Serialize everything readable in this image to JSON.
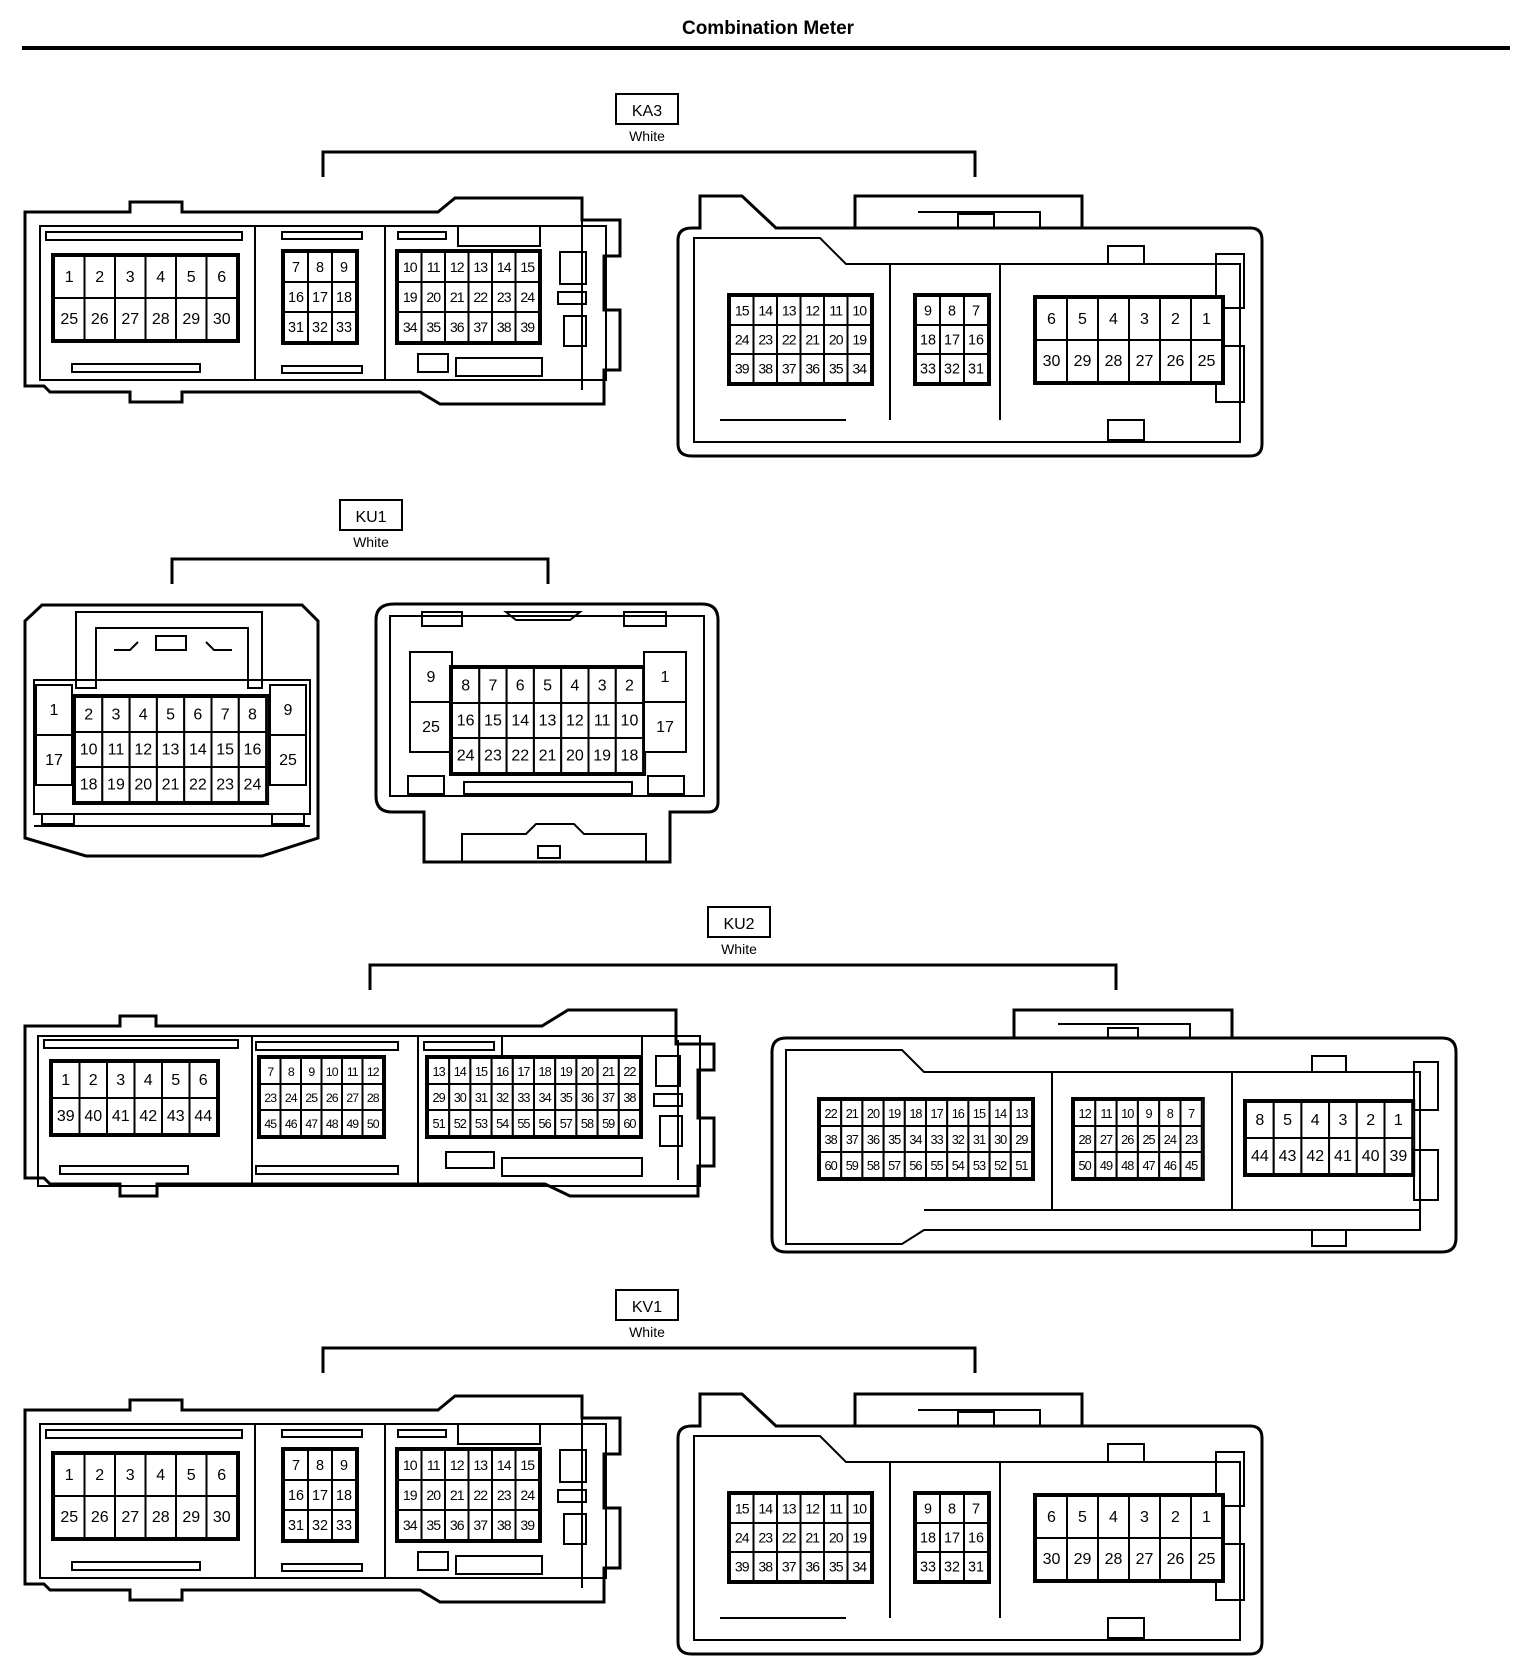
{
  "title": "Combination Meter",
  "connectors": [
    {
      "id": "KA3",
      "color": "White",
      "pin_groups": {
        "left_a": [
          [
            "1",
            "2",
            "3",
            "4",
            "5",
            "6"
          ],
          [
            "25",
            "26",
            "27",
            "28",
            "29",
            "30"
          ]
        ],
        "left_b": [
          [
            "7",
            "8",
            "9"
          ],
          [
            "16",
            "17",
            "18"
          ],
          [
            "31",
            "32",
            "33"
          ]
        ],
        "left_c": [
          [
            "10",
            "11",
            "12",
            "13",
            "14",
            "15"
          ],
          [
            "19",
            "20",
            "21",
            "22",
            "23",
            "24"
          ],
          [
            "34",
            "35",
            "36",
            "37",
            "38",
            "39"
          ]
        ],
        "right_a": [
          [
            "15",
            "14",
            "13",
            "12",
            "11",
            "10"
          ],
          [
            "24",
            "23",
            "22",
            "21",
            "20",
            "19"
          ],
          [
            "39",
            "38",
            "37",
            "36",
            "35",
            "34"
          ]
        ],
        "right_b": [
          [
            "9",
            "8",
            "7"
          ],
          [
            "18",
            "17",
            "16"
          ],
          [
            "33",
            "32",
            "31"
          ]
        ],
        "right_c": [
          [
            "6",
            "5",
            "4",
            "3",
            "2",
            "1"
          ],
          [
            "30",
            "29",
            "28",
            "27",
            "26",
            "25"
          ]
        ]
      }
    },
    {
      "id": "KU1",
      "color": "White",
      "pin_groups": {
        "left_side_l": [
          "1",
          "17"
        ],
        "left_main": [
          [
            "2",
            "3",
            "4",
            "5",
            "6",
            "7",
            "8"
          ],
          [
            "10",
            "11",
            "12",
            "13",
            "14",
            "15",
            "16"
          ],
          [
            "18",
            "19",
            "20",
            "21",
            "22",
            "23",
            "24"
          ]
        ],
        "left_side_r": [
          "9",
          "25"
        ],
        "right_side_l": [
          "9",
          "25"
        ],
        "right_main": [
          [
            "8",
            "7",
            "6",
            "5",
            "4",
            "3",
            "2"
          ],
          [
            "16",
            "15",
            "14",
            "13",
            "12",
            "11",
            "10"
          ],
          [
            "24",
            "23",
            "22",
            "21",
            "20",
            "19",
            "18"
          ]
        ],
        "right_side_r": [
          "1",
          "17"
        ]
      }
    },
    {
      "id": "KU2",
      "color": "White",
      "pin_groups": {
        "left_a": [
          [
            "1",
            "2",
            "3",
            "4",
            "5",
            "6"
          ],
          [
            "39",
            "40",
            "41",
            "42",
            "43",
            "44"
          ]
        ],
        "left_b": [
          [
            "7",
            "8",
            "9",
            "10",
            "11",
            "12"
          ],
          [
            "23",
            "24",
            "25",
            "26",
            "27",
            "28"
          ],
          [
            "45",
            "46",
            "47",
            "48",
            "49",
            "50"
          ]
        ],
        "left_c": [
          [
            "13",
            "14",
            "15",
            "16",
            "17",
            "18",
            "19",
            "20",
            "21",
            "22"
          ],
          [
            "29",
            "30",
            "31",
            "32",
            "33",
            "34",
            "35",
            "36",
            "37",
            "38"
          ],
          [
            "51",
            "52",
            "53",
            "54",
            "55",
            "56",
            "57",
            "58",
            "59",
            "60"
          ]
        ],
        "right_a": [
          [
            "22",
            "21",
            "20",
            "19",
            "18",
            "17",
            "16",
            "15",
            "14",
            "13"
          ],
          [
            "38",
            "37",
            "36",
            "35",
            "34",
            "33",
            "32",
            "31",
            "30",
            "29"
          ],
          [
            "60",
            "59",
            "58",
            "57",
            "56",
            "55",
            "54",
            "53",
            "52",
            "51"
          ]
        ],
        "right_b": [
          [
            "12",
            "11",
            "10",
            "9",
            "8",
            "7"
          ],
          [
            "28",
            "27",
            "26",
            "25",
            "24",
            "23"
          ],
          [
            "50",
            "49",
            "48",
            "47",
            "46",
            "45"
          ]
        ],
        "right_c": [
          [
            "8",
            "5",
            "4",
            "3",
            "2",
            "1"
          ],
          [
            "44",
            "43",
            "42",
            "41",
            "40",
            "39"
          ]
        ]
      }
    },
    {
      "id": "KV1",
      "color": "White",
      "pin_groups": {
        "left_a": [
          [
            "1",
            "2",
            "3",
            "4",
            "5",
            "6"
          ],
          [
            "25",
            "26",
            "27",
            "28",
            "29",
            "30"
          ]
        ],
        "left_b": [
          [
            "7",
            "8",
            "9"
          ],
          [
            "16",
            "17",
            "18"
          ],
          [
            "31",
            "32",
            "33"
          ]
        ],
        "left_c": [
          [
            "10",
            "11",
            "12",
            "13",
            "14",
            "15"
          ],
          [
            "19",
            "20",
            "21",
            "22",
            "23",
            "24"
          ],
          [
            "34",
            "35",
            "36",
            "37",
            "38",
            "39"
          ]
        ],
        "right_a": [
          [
            "15",
            "14",
            "13",
            "12",
            "11",
            "10"
          ],
          [
            "24",
            "23",
            "22",
            "21",
            "20",
            "19"
          ],
          [
            "39",
            "38",
            "37",
            "36",
            "35",
            "34"
          ]
        ],
        "right_b": [
          [
            "9",
            "8",
            "7"
          ],
          [
            "18",
            "17",
            "16"
          ],
          [
            "33",
            "32",
            "31"
          ]
        ],
        "right_c": [
          [
            "6",
            "5",
            "4",
            "3",
            "2",
            "1"
          ],
          [
            "30",
            "29",
            "28",
            "27",
            "26",
            "25"
          ]
        ]
      }
    }
  ]
}
